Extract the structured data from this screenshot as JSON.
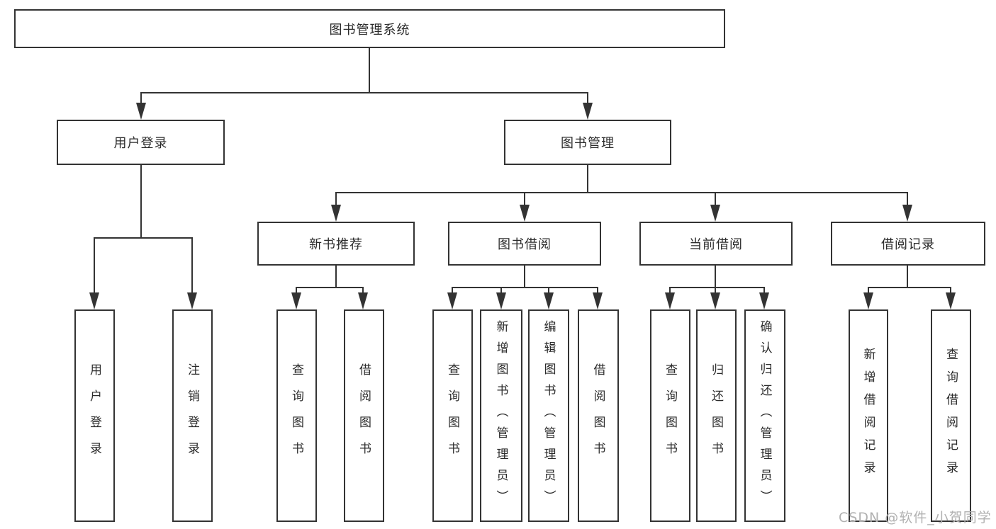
{
  "diagram": {
    "type": "tree",
    "background": "#ffffff",
    "colors": {
      "line": "#333333",
      "box_border": "#333333",
      "text": "#2b2b2b",
      "watermark": "#b1b1b1"
    }
  },
  "tree": {
    "label": "图书管理系统",
    "children": [
      {
        "label": "用户登录",
        "children": [
          {
            "label": "用户登录"
          },
          {
            "label": "注销登录"
          }
        ]
      },
      {
        "label": "图书管理",
        "children": [
          {
            "label": "新书推荐",
            "children": [
              {
                "label": "查询图书"
              },
              {
                "label": "借阅图书"
              }
            ]
          },
          {
            "label": "图书借阅",
            "children": [
              {
                "label": "查询图书"
              },
              {
                "label": "新增图书（管理员）"
              },
              {
                "label": "编辑图书（管理员）"
              },
              {
                "label": "借阅图书"
              }
            ]
          },
          {
            "label": "当前借阅",
            "children": [
              {
                "label": "查询图书"
              },
              {
                "label": "归还图书"
              },
              {
                "label": "确认归还（管理员）"
              }
            ]
          },
          {
            "label": "借阅记录",
            "children": [
              {
                "label": "新增借阅记录"
              },
              {
                "label": "查询借阅记录"
              }
            ]
          }
        ]
      }
    ]
  },
  "watermark": {
    "text": "CSDN @软件_小贺同学"
  }
}
